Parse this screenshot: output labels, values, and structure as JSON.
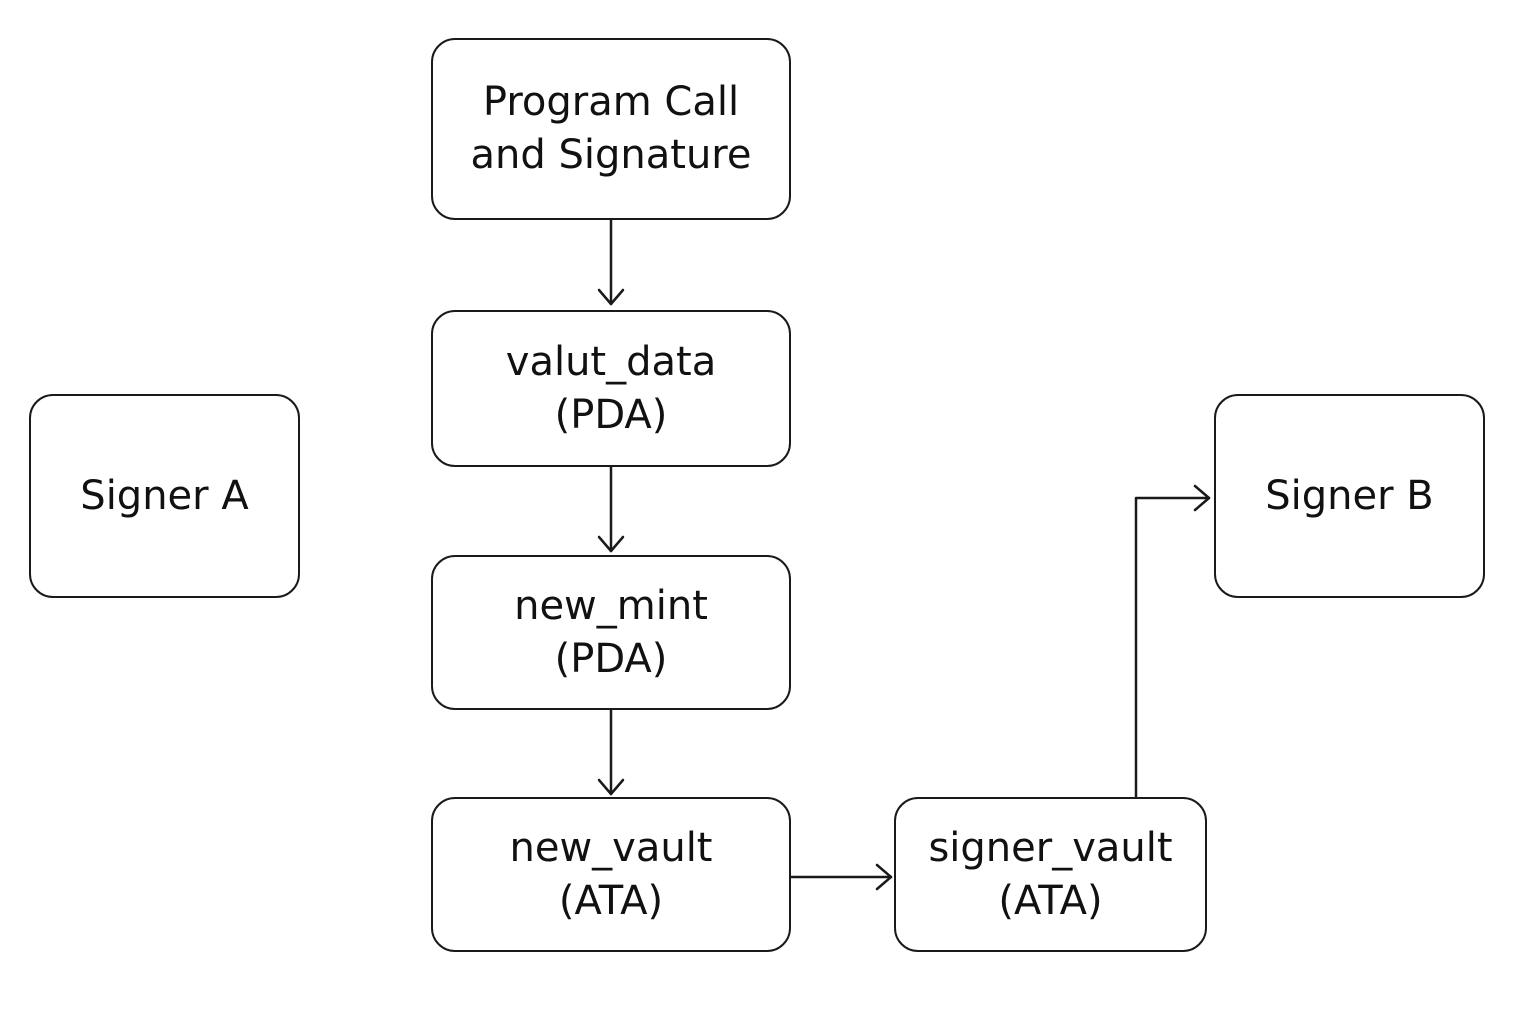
{
  "nodes": {
    "program_call": {
      "line1": "Program Call",
      "line2": "and Signature"
    },
    "valut_data": {
      "line1": "valut_data",
      "line2": "(PDA)"
    },
    "new_mint": {
      "line1": "new_mint",
      "line2": "(PDA)"
    },
    "new_vault": {
      "line1": "new_vault",
      "line2": "(ATA)"
    },
    "signer_vault": {
      "line1": "signer_vault",
      "line2": "(ATA)"
    },
    "signer_a": {
      "line1": "Signer A"
    },
    "signer_b": {
      "line1": "Signer B"
    }
  },
  "edges": [
    {
      "from": "program_call",
      "to": "valut_data"
    },
    {
      "from": "valut_data",
      "to": "new_mint"
    },
    {
      "from": "new_mint",
      "to": "new_vault"
    },
    {
      "from": "new_vault",
      "to": "signer_vault"
    },
    {
      "from": "signer_vault",
      "to": "signer_b"
    }
  ],
  "colors": {
    "stroke": "#1a1a1a",
    "background": "#ffffff",
    "text": "#111111"
  }
}
